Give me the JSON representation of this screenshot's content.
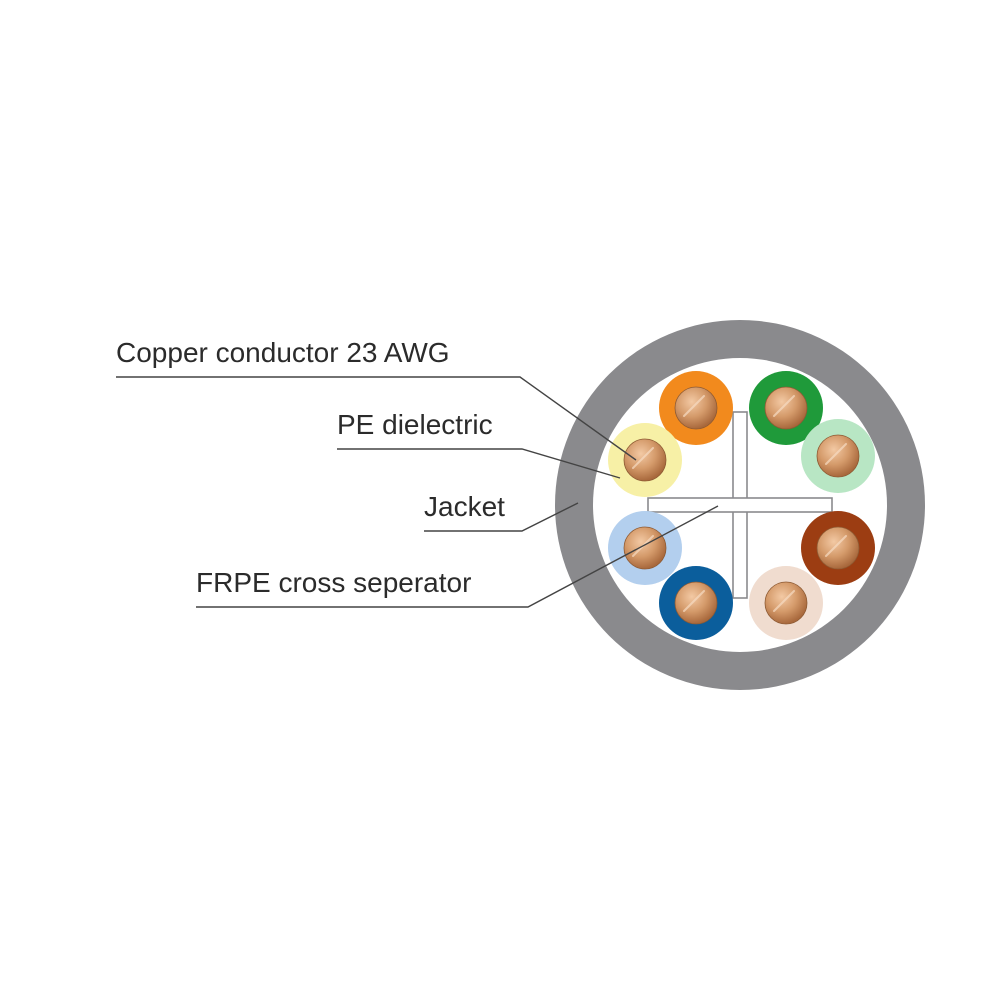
{
  "labels": {
    "copper_conductor": "Copper conductor 23 AWG",
    "pe_dielectric": "PE dielectric",
    "jacket": "Jacket",
    "frpe_separator": "FRPE cross seperator"
  },
  "colors": {
    "background": "#ffffff",
    "jacket": "#8a8a8d",
    "jacket_inner": "#ffffff",
    "separator_fill": "#ffffff",
    "separator_stroke": "#8a8a8d",
    "copper_light": "#f3c9a4",
    "copper_mid": "#d49a6a",
    "copper_dark": "#a8683c",
    "leader_line": "#444444",
    "text": "#2b2b2b"
  },
  "conductors": [
    {
      "id": "orange",
      "insulation_color": "#f28a1d"
    },
    {
      "id": "green",
      "insulation_color": "#1f9a3a"
    },
    {
      "id": "light-green",
      "insulation_color": "#b8e6c4"
    },
    {
      "id": "brown",
      "insulation_color": "#9c3d12"
    },
    {
      "id": "pale-brown",
      "insulation_color": "#f0dccf"
    },
    {
      "id": "blue",
      "insulation_color": "#0b5e9c"
    },
    {
      "id": "light-blue",
      "insulation_color": "#b3cfee"
    },
    {
      "id": "light-yellow",
      "insulation_color": "#f7f0a6"
    }
  ]
}
